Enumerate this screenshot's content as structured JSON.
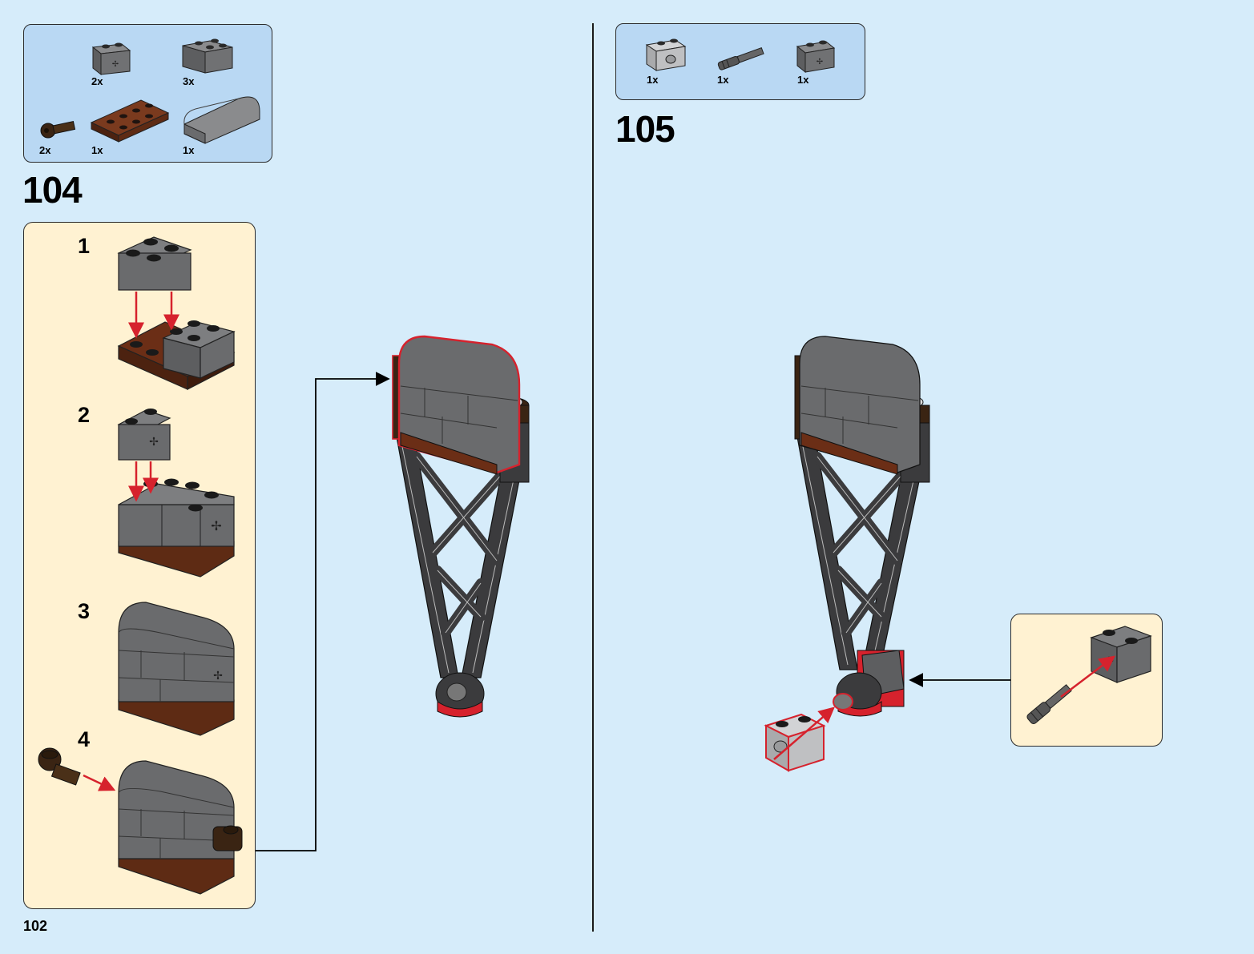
{
  "page": {
    "number": "102"
  },
  "colors": {
    "background": "#d6ecfa",
    "parts_box": "#b9d8f3",
    "sub_box": "#fff2d2",
    "arrow_red": "#d6222d",
    "brick_gray": "#6d6e70",
    "reddish_brown": "#6b2e16",
    "dark_brown": "#3a2413"
  },
  "step104": {
    "number": "104",
    "parts": [
      {
        "qty": "2x",
        "icon": "technic-brick-1x2-dark-gray"
      },
      {
        "qty": "3x",
        "icon": "brick-2x2-dark-gray"
      },
      {
        "qty": "2x",
        "icon": "pin-connector-dark-brown"
      },
      {
        "qty": "1x",
        "icon": "plate-2x4-reddish-brown"
      },
      {
        "qty": "1x",
        "icon": "curved-slope-dark-gray"
      }
    ],
    "substeps": [
      "1",
      "2",
      "3",
      "4"
    ]
  },
  "step105": {
    "number": "105",
    "parts": [
      {
        "qty": "1x",
        "icon": "technic-brick-1x2-light-gray"
      },
      {
        "qty": "1x",
        "icon": "technic-axle-pin-dark-gray"
      },
      {
        "qty": "1x",
        "icon": "technic-brick-1x2-dark-gray"
      }
    ]
  }
}
